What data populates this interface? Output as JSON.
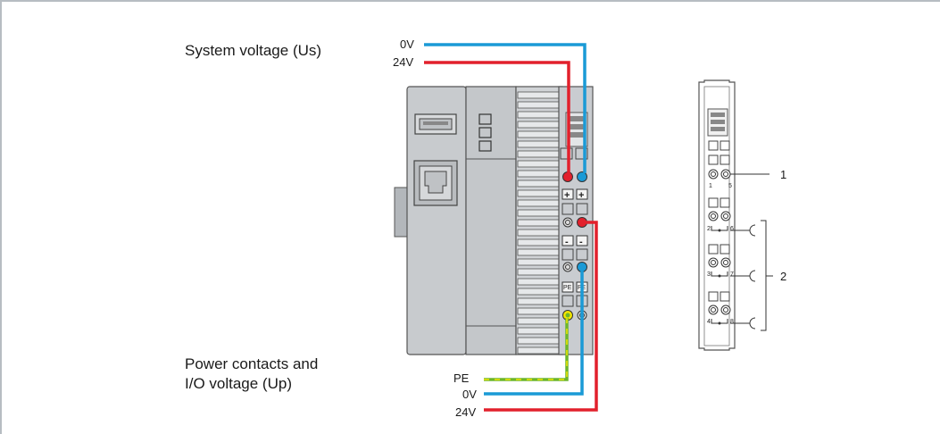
{
  "labels": {
    "system_voltage": "System voltage (Us)",
    "power_contacts_line1": "Power contacts and",
    "power_contacts_line2": "I/O voltage (Up)",
    "top_0v": "0V",
    "top_24v": "24V",
    "bottom_pe": "PE",
    "bottom_0v": "0V",
    "bottom_24v": "24V",
    "callout_1": "1",
    "callout_2": "2",
    "terminal_plus": "+",
    "terminal_minus": "-",
    "terminal_pe": "PE",
    "term_num_1": "1",
    "term_num_5": "5",
    "term_num_2": "2",
    "term_num_6": "6",
    "term_num_3": "3",
    "term_num_7": "7",
    "term_num_4": "4",
    "term_num_8": "8"
  },
  "colors": {
    "wire_0v": "#1a9ad6",
    "wire_24v": "#e2202c",
    "wire_pe_green": "#6cb52d",
    "wire_pe_yellow": "#f2e500",
    "housing": "#c8cbce",
    "housing_dark": "#9ea3a8",
    "frame": "#b7bdc2"
  }
}
